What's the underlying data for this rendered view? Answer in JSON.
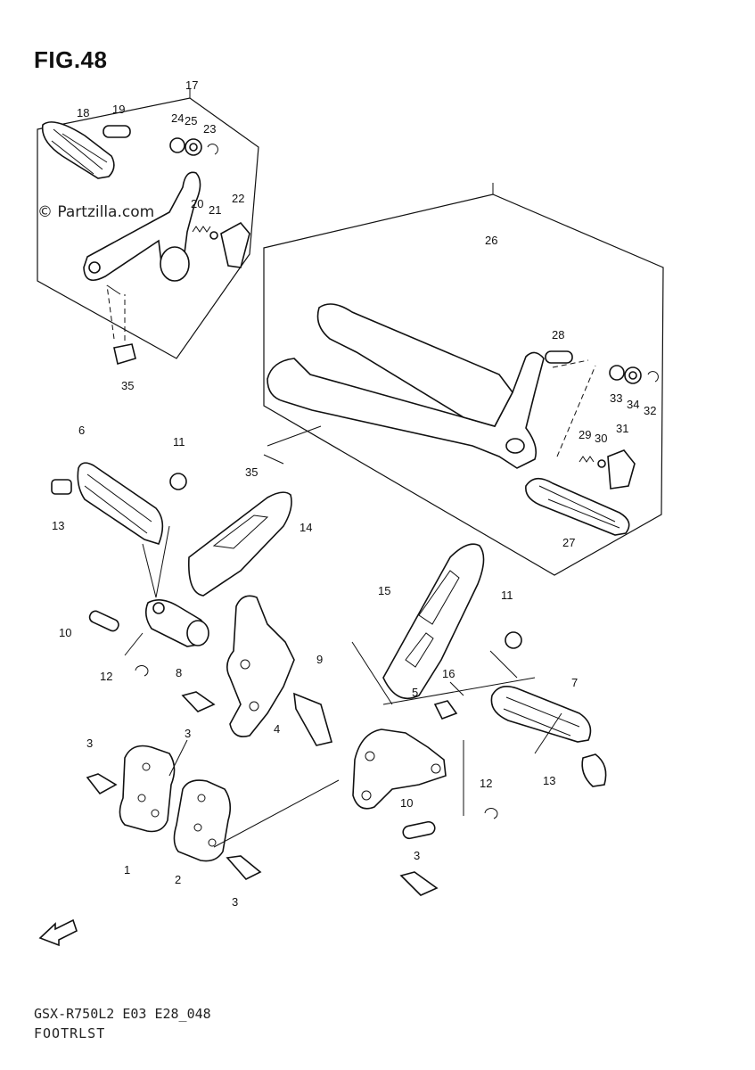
{
  "figure": {
    "title": "FIG.48",
    "watermark": "© Partzilla.com",
    "model_code": "GSX-R750L2 E03 E28_048",
    "section_name": "FOOTRLST"
  },
  "callouts": [
    "17",
    "18",
    "19",
    "24",
    "25",
    "23",
    "20",
    "21",
    "22",
    "35",
    "26",
    "28",
    "33",
    "34",
    "32",
    "29",
    "30",
    "31",
    "27",
    "6",
    "11",
    "13",
    "14",
    "35",
    "10",
    "12",
    "8",
    "15",
    "11",
    "16",
    "9",
    "3",
    "4",
    "5",
    "7",
    "13",
    "3",
    "12",
    "1",
    "2",
    "10",
    "3",
    "3"
  ],
  "icons": {
    "front_arrow": "fwd-arrow-icon"
  }
}
